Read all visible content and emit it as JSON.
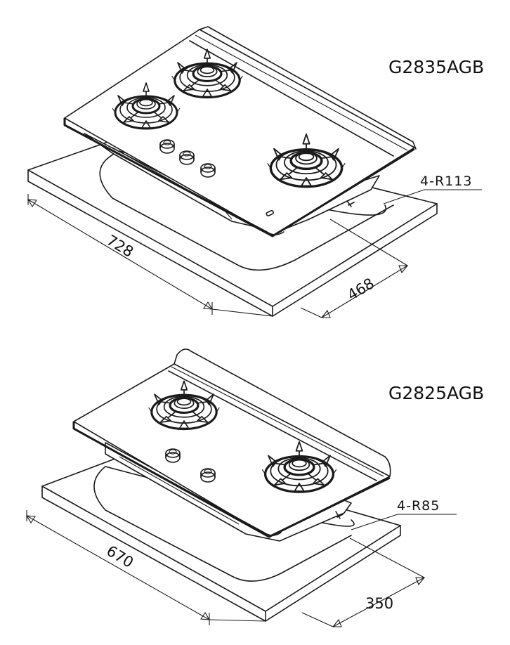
{
  "top_model": {
    "label": "G2835AGB",
    "width_dim": "728",
    "depth_dim": "468",
    "radius_dim": "4-R113",
    "burners": 3,
    "knobs": 3
  },
  "bottom_model": {
    "label": "G2825AGB",
    "width_dim": "670",
    "depth_dim": "350",
    "radius_dim": "4-R85",
    "burners": 2,
    "knobs": 2
  }
}
